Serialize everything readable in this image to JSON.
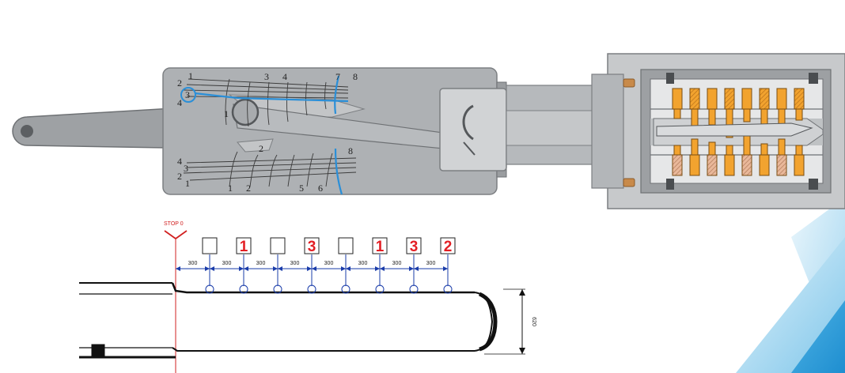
{
  "pick_tool": {
    "upper_left_numbers": [
      "1",
      "2",
      "3",
      "4"
    ],
    "upper_top_numbers": [
      "3",
      "4"
    ],
    "upper_right_numbers": [
      "7",
      "8"
    ],
    "center_number": "1",
    "lower_left_numbers": [
      "4",
      "3",
      "2",
      "1"
    ],
    "lower_bottom_numbers": [
      "1",
      "2",
      "5",
      "6"
    ],
    "lower_mid_numbers": [
      "2",
      "8"
    ]
  },
  "key_diagram": {
    "stop_label": "STOP 0",
    "spacing_label": "300",
    "height_label": "620",
    "cut_codes": [
      "",
      "1",
      "",
      "3",
      "",
      "1",
      "3",
      "2"
    ],
    "colors": {
      "code": "#e31e24",
      "dimension": "#1a3caa",
      "stop": "#d12020"
    }
  }
}
